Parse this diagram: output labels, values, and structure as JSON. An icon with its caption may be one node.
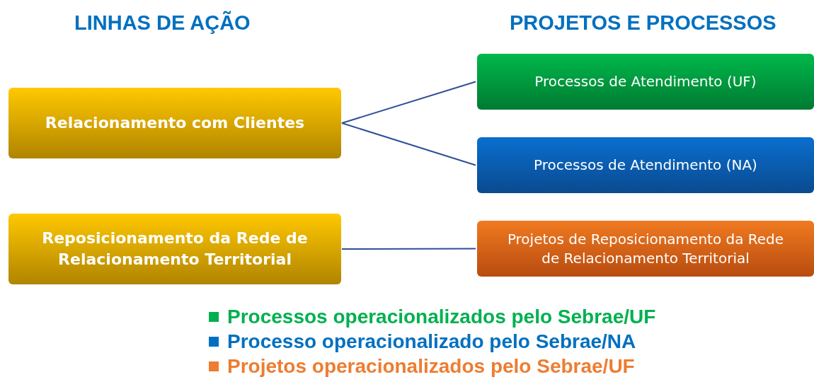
{
  "diagram": {
    "nodes": [
      {
        "text": [
          "Relacionamento com Clientes"
        ]
      },
      {
        "text": [
          "Reposicionamento da Rede de Relacionamento Territorial"
        ]
      },
      {
        "text": [
          "Processos de Atendimento (UF)"
        ]
      },
      {
        "text": [
          "Processos de Atendimento (NA)"
        ]
      },
      {
        "text": [
          "Projetos de Reposicionamento da Rede de Relacionamento Territorial"
        ]
      }
    ],
    "edges": [
      {
        "from": 0,
        "to": 2,
        "arrow": "none"
      },
      {
        "from": 0,
        "to": 3,
        "arrow": "none"
      },
      {
        "from": 1,
        "to": 4,
        "arrow": "none"
      }
    ],
    "labels": [
      "LINHAS DE AÇÃO",
      "PROJETOS E PROCESSOS"
    ],
    "legend": [
      {
        "text": "Processos operacionalizados pelo Sebrae/UF",
        "color": "#00b050"
      },
      {
        "text": "Processo operacionalizado pelo Sebrae/NA",
        "color": "#0070c0"
      },
      {
        "text": "Projetos operacionalizados pelo Sebrae/UF",
        "color": "#ed7d31"
      }
    ]
  }
}
